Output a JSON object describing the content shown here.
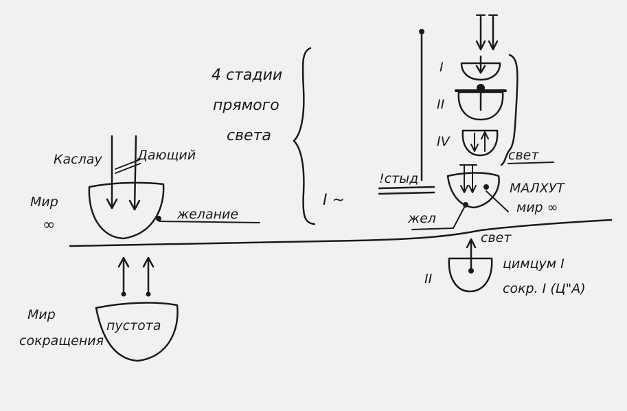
{
  "labels": {
    "kaslau": "Каслау",
    "dayushchiy": "Дающий",
    "mir": "Мир",
    "infinity": "∞",
    "zhelanie": "желание",
    "stages_line1": "4 стадии",
    "stages_line2": "прямого",
    "stages_line3": "света",
    "roman_one_tilde": "I ~",
    "styd": "!стыд",
    "svet_top": "свет",
    "malkhut": "МАЛХУТ",
    "mir_inf": "мир ∞",
    "zhel": "жел",
    "svet_bottom": "свет",
    "roman_two": "II",
    "tsimtsum": "цимцум I",
    "sokr": "сокр. I (Ц\"А)",
    "mir_sokr_line1": "Мир",
    "mir_sokr_line2": "сокращения",
    "pustota": "пустота",
    "stage_1": "I",
    "stage_2": "II",
    "stage_4": "IV"
  }
}
